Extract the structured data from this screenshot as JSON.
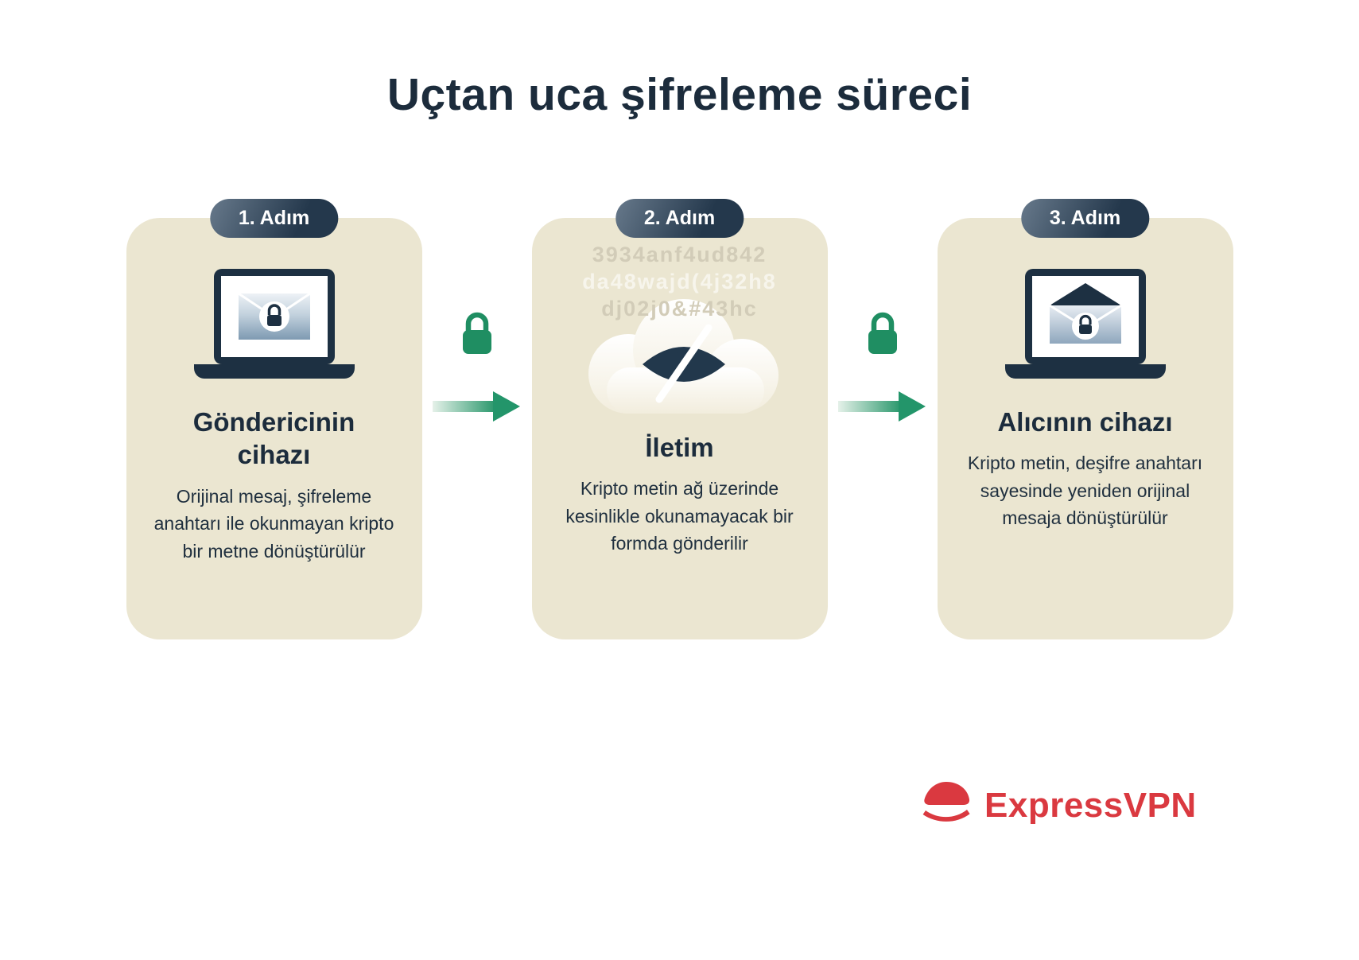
{
  "title": "Uçtan uca şifreleme süreci",
  "steps": [
    {
      "badge": "1. Adım",
      "heading": "Göndericinin cihazı",
      "description": "Orijinal mesaj, şifreleme anahtarı ile okunmayan kripto bir metne dönüştürülür",
      "icon": "laptop-sealed-envelope-lock-icon"
    },
    {
      "badge": "2. Adım",
      "heading": "İletim",
      "description": "Kripto metin ağ üzerinde kesinlikle okunamayacak bir formda gönderilir",
      "icon": "cloud-hidden-eye-icon",
      "ciphertext": [
        "3934anf4ud842",
        "da48wajd(4j32h8",
        "dj02j0&#43hc"
      ]
    },
    {
      "badge": "3. Adım",
      "heading": "Alıcının cihazı",
      "description": "Kripto metin, deşifre anahtarı sayesinde yeniden orijinal mesaja dönüştürülür",
      "icon": "laptop-open-envelope-lock-icon"
    }
  ],
  "connectors": [
    {
      "icon": "lock-icon",
      "arrow": "arrow-right-icon"
    },
    {
      "icon": "lock-icon",
      "arrow": "arrow-right-icon"
    }
  ],
  "logo": {
    "brand": "ExpressVPN"
  },
  "colors": {
    "card_bg": "#ebe6d1",
    "navy": "#1d3042",
    "badge_gradient_light": "#67798b",
    "badge_gradient_dark": "#24384c",
    "green": "#1f8e62",
    "logo_red": "#da3940"
  }
}
